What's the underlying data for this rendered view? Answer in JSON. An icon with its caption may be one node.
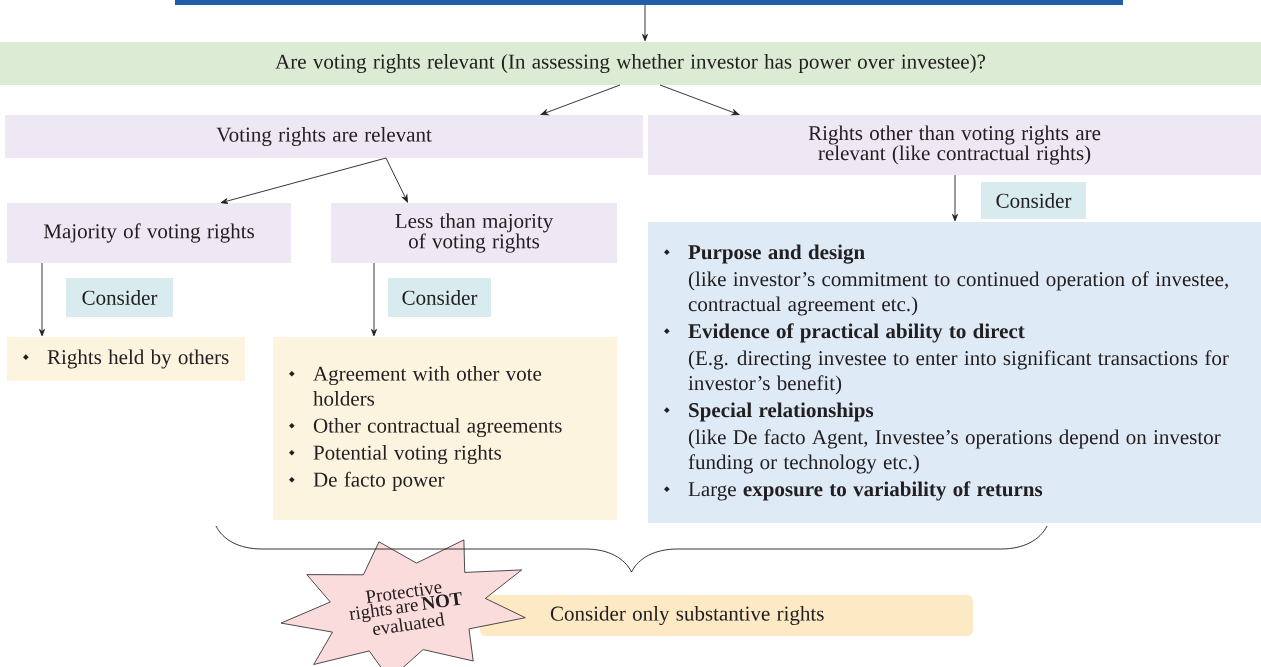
{
  "diagram": {
    "nodes": [
      {
        "text": [],
        "shape": "bar"
      },
      {
        "text": [
          "Are voting rights relevant (In assessing whether investor has power over investee)?"
        ]
      },
      {
        "text": [
          "Voting rights are relevant"
        ]
      },
      {
        "text": [
          "Rights other than voting rights are relevant (like contractual rights)"
        ]
      },
      {
        "text": [
          "Majority of voting rights"
        ]
      },
      {
        "text": [
          "Less than majority of voting rights"
        ]
      },
      {
        "text": [
          "Consider"
        ]
      },
      {
        "text": [
          "Consider"
        ]
      },
      {
        "text": [
          "Consider"
        ]
      },
      {
        "text": [
          "Rights held by others"
        ]
      },
      {
        "text": [
          "Agreement with other vote holders",
          "Other contractual agreements",
          "Potential voting rights",
          "De facto power"
        ]
      },
      {
        "text": [
          "Purpose and design",
          "(like investor’s commitment to continued operation of investee, contractual agreement etc.)",
          "Evidence of practical ability to direct",
          "(E.g. directing investee to enter into significant transactions for investor’s benefit)",
          "Special relationships",
          "(like De facto Agent, Investee’s operations depend on investor funding or technology etc.)",
          "Large **exposure to variability of returns**"
        ]
      },
      {
        "text": [
          "Protective rights are **NOT** evaluated"
        ]
      },
      {
        "text": [
          "Consider only substantive rights"
        ]
      }
    ],
    "edges": [
      {
        "from": 0,
        "to": 1,
        "arrow": "to"
      },
      {
        "from": 1,
        "to": 2,
        "arrow": "to"
      },
      {
        "from": 1,
        "to": 3,
        "arrow": "to"
      },
      {
        "from": 2,
        "to": 4,
        "arrow": "to"
      },
      {
        "from": 2,
        "to": 5,
        "arrow": "to"
      },
      {
        "from": 3,
        "to": 11,
        "arrow": "to"
      },
      {
        "from": 4,
        "to": 9,
        "arrow": "to"
      },
      {
        "from": 5,
        "to": 10,
        "arrow": "to"
      }
    ]
  }
}
